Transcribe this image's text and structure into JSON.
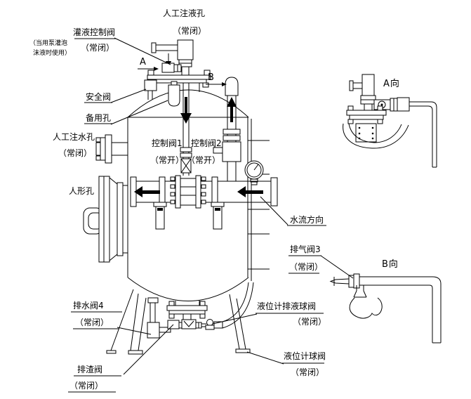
{
  "diagram": {
    "colors": {
      "line": "#000000",
      "background": "#ffffff"
    },
    "labels": {
      "manual_liquid_fill_hole": {
        "l1": "人工注液孔",
        "l2": "（常闭）"
      },
      "fill_control_valve": {
        "l1": "灌液控制阀",
        "l2": "（常闭）"
      },
      "pump_note": {
        "l1": "（当用泵灌泡",
        "l2": "沫液时使用）"
      },
      "marker_a": "A",
      "marker_b": "B",
      "safety_valve": "安全阀",
      "spare_hole": "备用孔",
      "manual_water_fill_hole": {
        "l1": "人工注水孔",
        "l2": "（常闭）"
      },
      "control_valve_1": {
        "l1": "控制阀1",
        "l2": "（常开）"
      },
      "control_valve_2": {
        "l1": "控制阀2",
        "l2": "（常开）"
      },
      "manhole": "人形孔",
      "water_flow_direction": "水流方向",
      "exhaust_valve_3": {
        "l1": "排气阀3",
        "l2": "（常闭）"
      },
      "view_a": "A向",
      "view_b": "B向",
      "drain_valve_4": {
        "l1": "排水阀4",
        "l2": "（常闭）"
      },
      "slag_discharge_valve": {
        "l1": "排渣阀",
        "l2": "（常闭）"
      },
      "level_gauge_drain_ball_valve": {
        "l1": "液位计排液球阀",
        "l2": "（常闭）"
      },
      "level_gauge_ball_valve": {
        "l1": "液位计球阀",
        "l2": "（常闭）"
      }
    }
  }
}
